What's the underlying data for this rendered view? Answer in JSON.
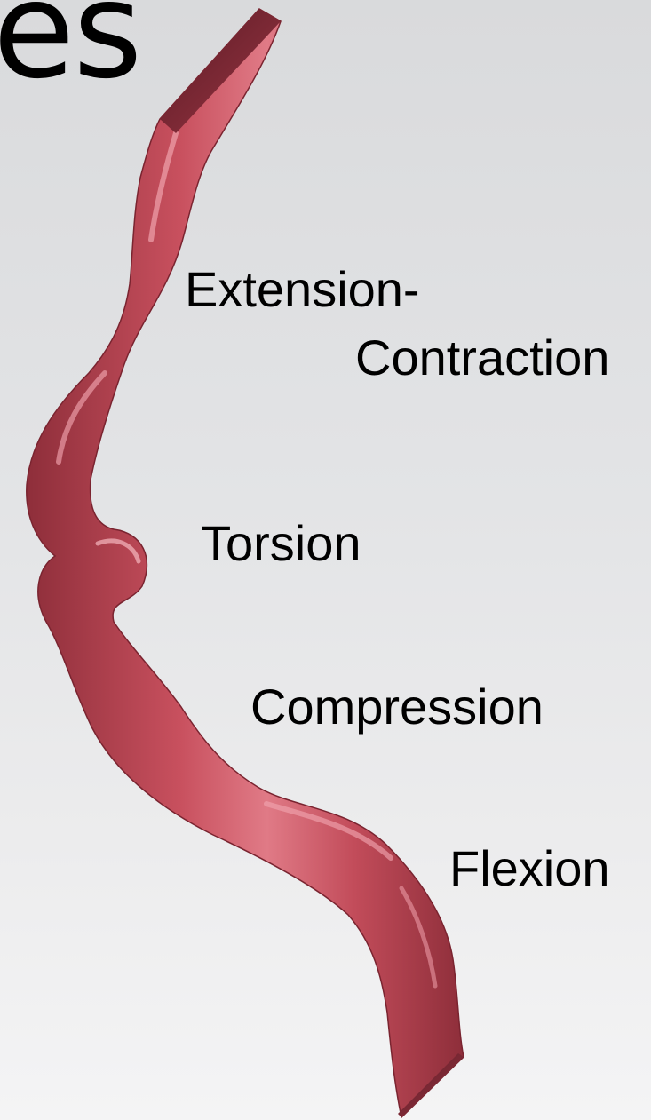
{
  "title_fragment": "es",
  "labels": {
    "extension_line1": "Extension-",
    "extension_line2": "Contraction",
    "torsion": "Torsion",
    "compression": "Compression",
    "flexion": "Flexion"
  },
  "colors": {
    "vessel_base": "#c8505e",
    "vessel_highlight": "#f0a3ad",
    "vessel_shadow": "#8e2e3a",
    "background_top": "#d9dadc",
    "background_bottom": "#f4f4f5",
    "text": "#000000"
  }
}
